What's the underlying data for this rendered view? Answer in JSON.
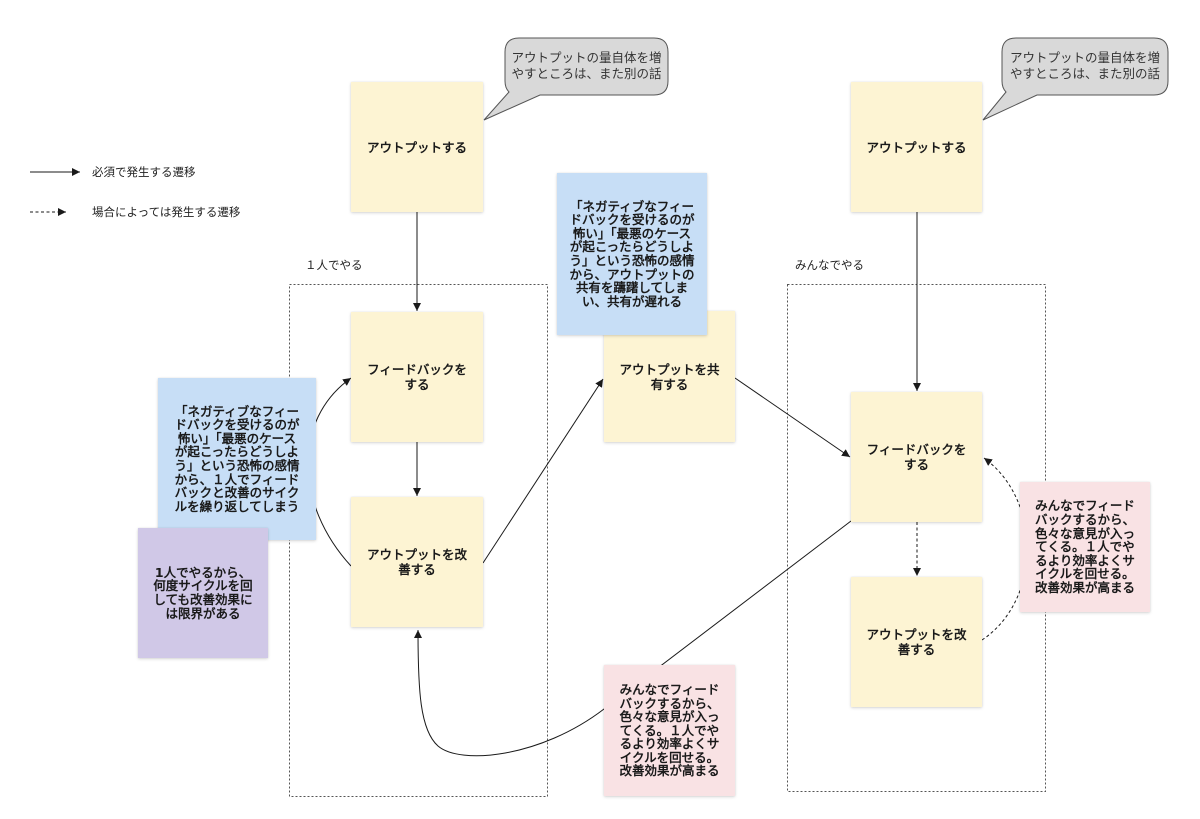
{
  "legend": {
    "required_transition": "必須で発生する遷移",
    "optional_transition": "場合によっては発生する遷移"
  },
  "solo": {
    "section_label": "１人でやる",
    "bubble": "アウトプットの量自体を増\nやすところは、また別の話",
    "output": "アウトプットする",
    "feedback": "フィードバックを\nする",
    "improve": "アウトプットを改\n善する",
    "fear_note": "「ネガティブなフィー\nドバックを受けるのが\n怖い」「最悪のケース\nが起こったらどうしよ\nう」という恐怖の感情\nから、１人でフィード\nバックと改善のサイク\nルを繰り返してしまう",
    "limit_note": "1人でやるから、\n何度サイクルを回\nしても改善効果に\nは限界がある"
  },
  "sharing": {
    "share_output": "アウトプットを共\n有する",
    "fear_note": "「ネガティブなフィー\nドバックを受けるのが\n怖い」「最悪のケース\nが起こったらどうしよ\nう」という恐怖の感情\nから、アウトプットの\n共有を躊躇してしま\nい、共有が遅れる",
    "benefit_note": "みんなでフィード\nバックするから、\n色々な意見が入っ\nてくる。１人でや\nるより効率よくサ\nイクルを回せる。\n改善効果が高まる"
  },
  "team": {
    "section_label": "みんなでやる",
    "bubble": "アウトプットの量自体を増\nやすところは、また別の話",
    "output": "アウトプットする",
    "feedback": "フィードバックを\nする",
    "improve": "アウトプットを改\n善する",
    "benefit_note": "みんなでフィード\nバックするから、\n色々な意見が入っ\nてくる。１人でや\nるより効率よくサ\nイクルを回せる。\n改善効果が高まる"
  },
  "colors": {
    "sticky_yellow": "#fdf4d3",
    "sticky_blue": "#c7def6",
    "sticky_purple": "#d0c8e7",
    "sticky_pink": "#f9e2e4",
    "bubble_fill": "#d9d9d9",
    "connector": "#1a1a1a"
  }
}
